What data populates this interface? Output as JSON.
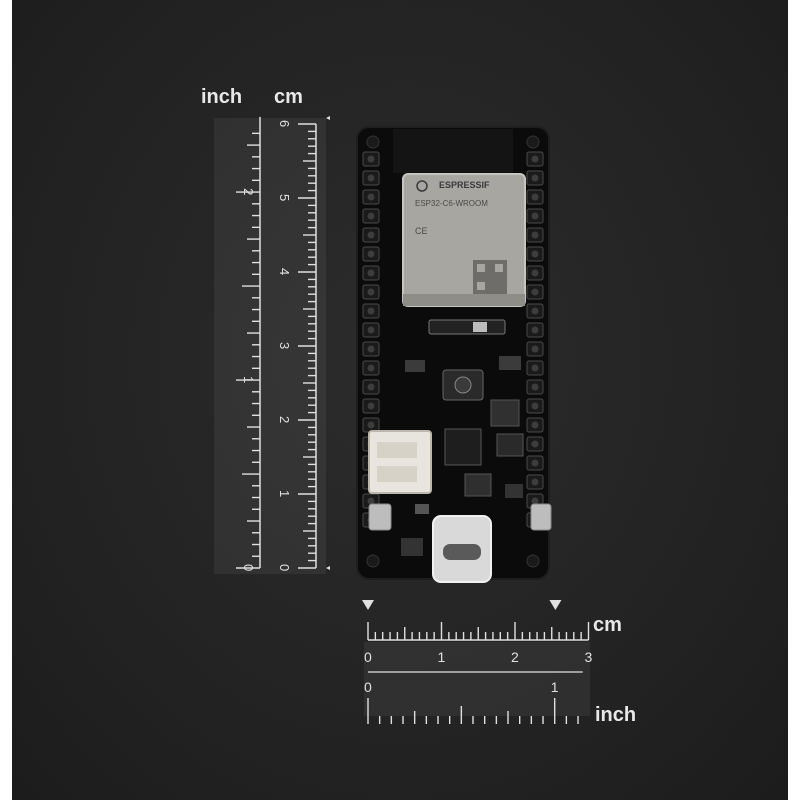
{
  "vertical_ruler": {
    "unit_left": "inch",
    "unit_right": "cm",
    "inch_marks": [
      "0",
      "1",
      "2"
    ],
    "cm_marks": [
      "0",
      "1",
      "2",
      "3",
      "4",
      "5",
      "6"
    ]
  },
  "horizontal_ruler": {
    "unit_top": "cm",
    "unit_bottom": "inch",
    "cm_marks": [
      "0",
      "1",
      "2",
      "3"
    ],
    "inch_marks": [
      "0",
      "1"
    ]
  },
  "board": {
    "module_brand": "ESPRESSIF",
    "module_model": "ESP32-C6-WROOM",
    "module_cert": "CE"
  },
  "colors": {
    "background": "#232323",
    "ruler_marks": "#e0e0e0",
    "pcb": "#0d0d0d",
    "module_shield": "#a9a7a2",
    "connector": "#e9e6df"
  }
}
